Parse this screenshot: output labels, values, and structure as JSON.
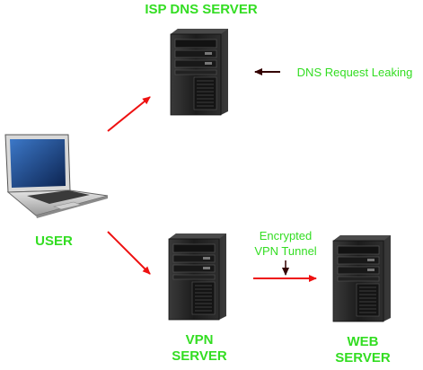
{
  "labels": {
    "isp_dns_server": "ISP DNS SERVER",
    "dns_request_leaking": "DNS Request Leaking",
    "user": "USER",
    "encrypted_line1": "Encrypted",
    "encrypted_line2": "VPN Tunnel",
    "vpn_line1": "VPN",
    "vpn_line2": "SERVER",
    "web_line1": "WEB",
    "web_line2": "SERVER"
  },
  "colors": {
    "label_green": "#33dd22",
    "arrow_red": "#ee1111",
    "arrow_dark": "#330000",
    "server_body": "#2b2b2b",
    "laptop_screen": "#1a3d7a"
  },
  "icons": {
    "isp_server": "server-tower-icon",
    "vpn_server": "server-tower-icon",
    "web_server": "server-tower-icon",
    "user_device": "laptop-icon"
  }
}
